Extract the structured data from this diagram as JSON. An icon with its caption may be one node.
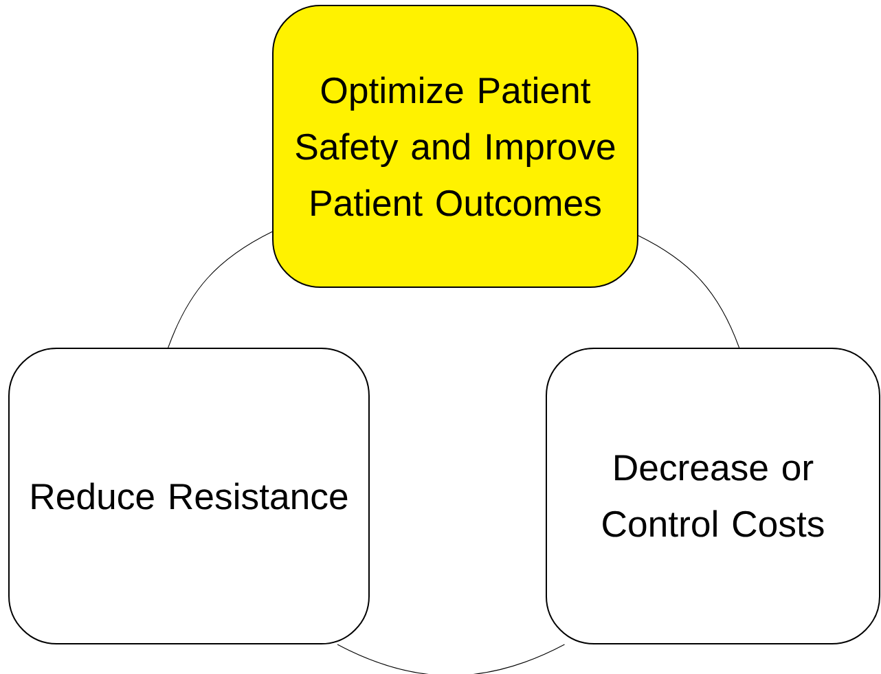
{
  "diagram": {
    "nodes": [
      {
        "text": [
          "Optimize Patient Safety and Improve Patient Outcomes"
        ]
      },
      {
        "text": [
          "Reduce Resistance"
        ]
      },
      {
        "text": [
          "Decrease or Control Costs"
        ]
      }
    ],
    "edges": [
      {
        "from": 0,
        "to": 1,
        "arrow": "none"
      },
      {
        "from": 0,
        "to": 2,
        "arrow": "none"
      },
      {
        "from": 1,
        "to": 2,
        "arrow": "none"
      }
    ]
  }
}
